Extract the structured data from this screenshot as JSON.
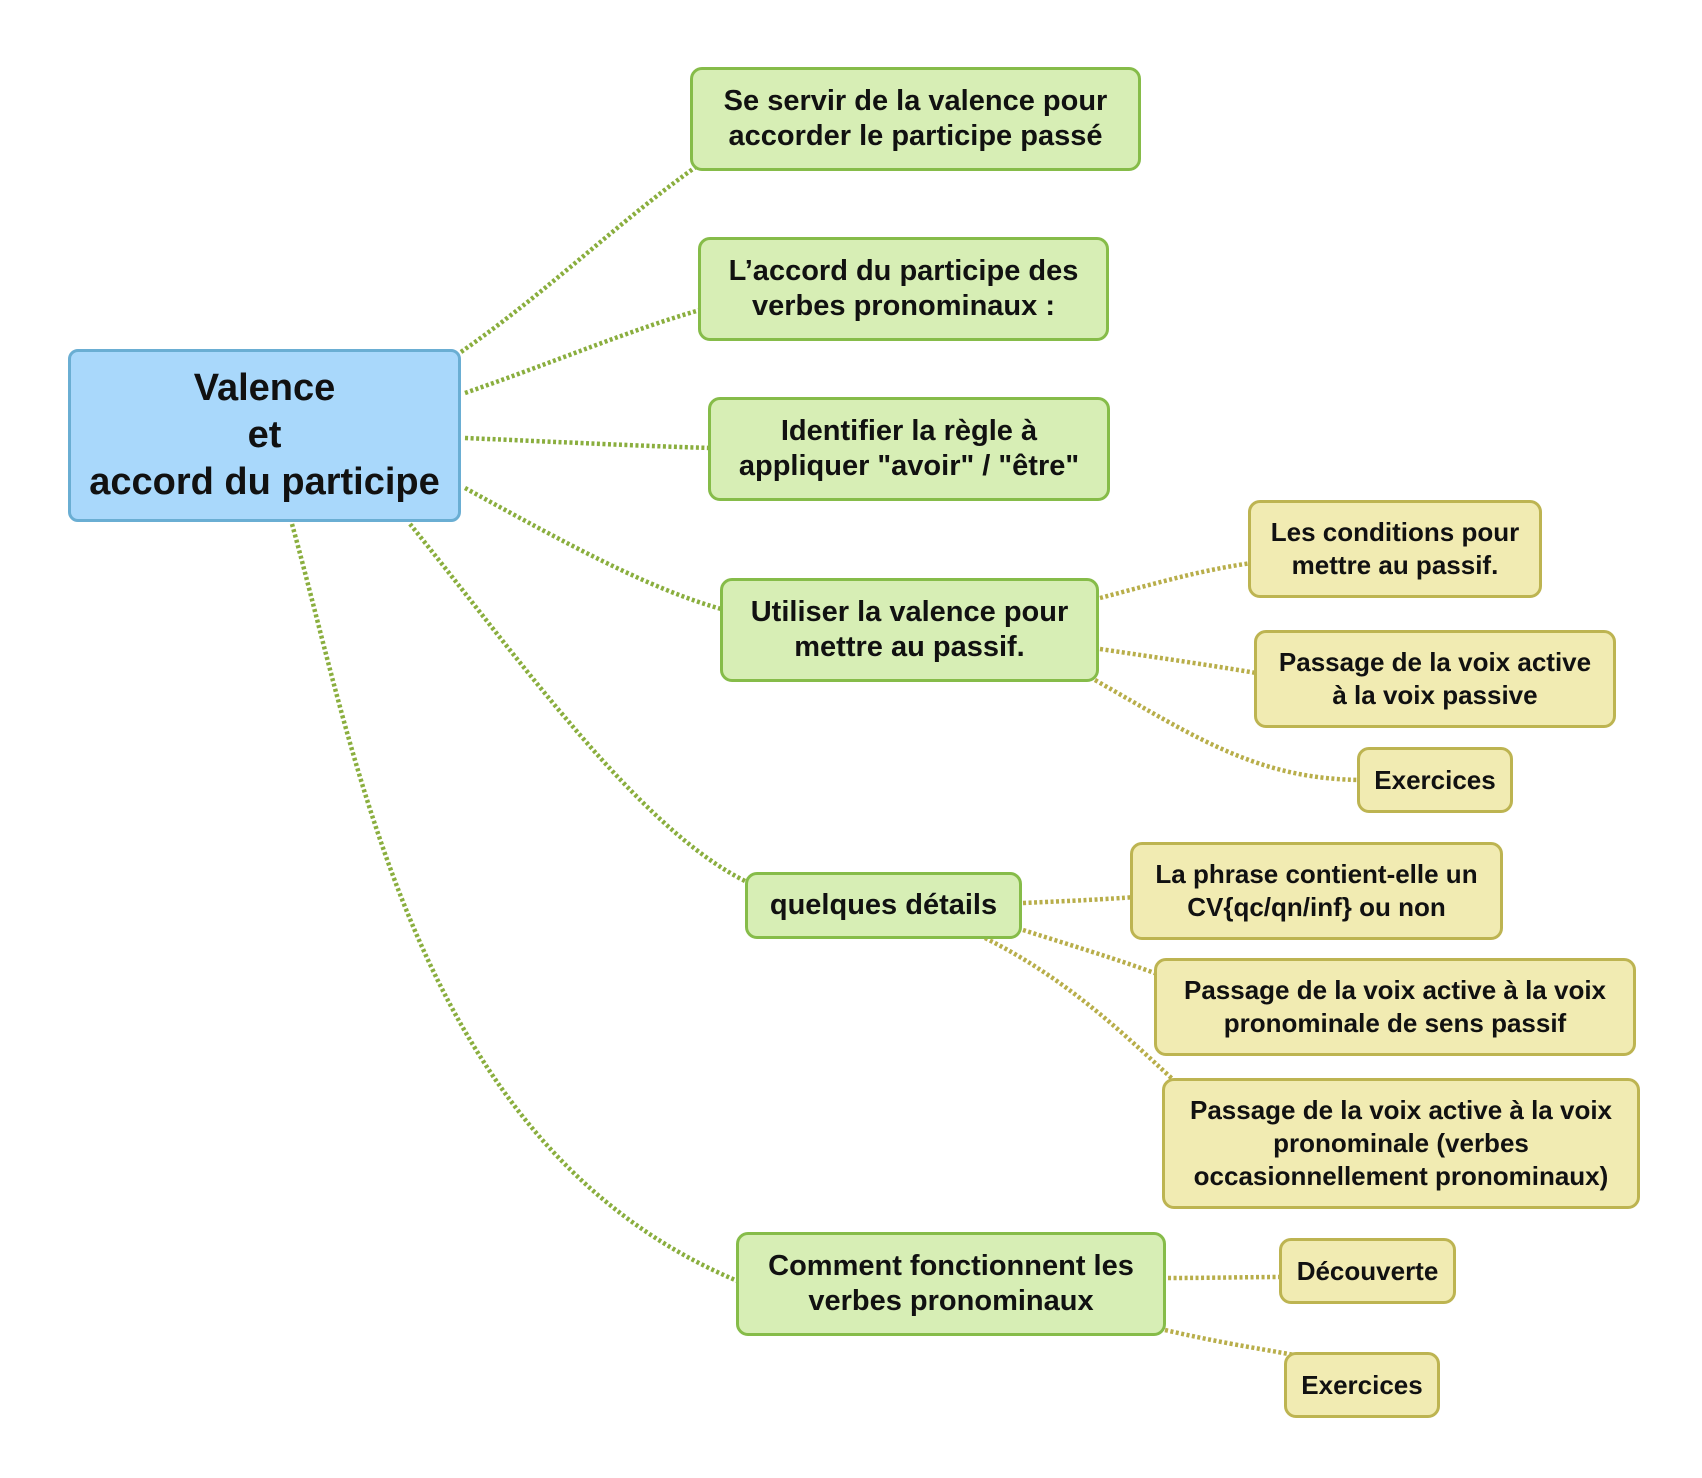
{
  "colors": {
    "root_fill": "#a9d8fb",
    "root_border": "#6aaed3",
    "level1_fill": "#d7eeb5",
    "level1_border": "#86bc49",
    "level2_fill": "#f1ebb2",
    "level2_border": "#bdb451"
  },
  "root": {
    "label": "Valence\net\naccord du participe"
  },
  "branches": [
    {
      "label": "Se servir de la valence pour\naccorder le participe passé",
      "children": []
    },
    {
      "label": "L’accord du participe des\nverbes pronominaux :",
      "children": []
    },
    {
      "label": "Identifier la règle à\nappliquer \"avoir\" / \"être\"",
      "children": []
    },
    {
      "label": "Utiliser la valence pour\nmettre au passif.",
      "children": [
        {
          "label": "Les conditions pour\nmettre au passif."
        },
        {
          "label": "Passage de la voix active\nà la voix passive"
        },
        {
          "label": "Exercices"
        }
      ]
    },
    {
      "label": "quelques détails",
      "children": [
        {
          "label": "La phrase contient-elle un\nCV{qc/qn/inf} ou non"
        },
        {
          "label": "Passage de la voix active à la voix\npronominale de sens passif"
        },
        {
          "label": "Passage de la voix active à la voix\npronominale (verbes\noccasionnellement pronominaux)"
        }
      ]
    },
    {
      "label": "Comment fonctionnent les\nverbes pronominaux",
      "children": [
        {
          "label": "Découverte"
        },
        {
          "label": "Exercices"
        }
      ]
    }
  ]
}
